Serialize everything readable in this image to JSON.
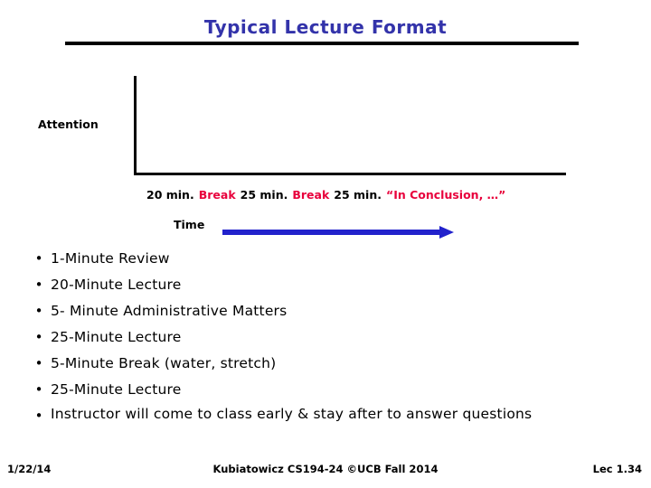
{
  "slide": {
    "title": "Typical Lecture Format",
    "axis": {
      "y_label": "Attention",
      "x_label": "Time"
    },
    "segments": [
      {
        "text": "20 min.",
        "color": "#000000"
      },
      {
        "text": "Break",
        "color": "#e8003c"
      },
      {
        "text": "25 min.",
        "color": "#000000"
      },
      {
        "text": "Break",
        "color": "#e8003c"
      },
      {
        "text": "25 min.",
        "color": "#000000"
      },
      {
        "text": "“In Conclusion, …”",
        "color": "#e8003c"
      }
    ],
    "bullets": [
      "1-Minute Review",
      "20-Minute Lecture",
      "5- Minute Administrative Matters",
      "25-Minute Lecture",
      "5-Minute Break (water, stretch)",
      "25-Minute Lecture",
      "Instructor will come to class early & stay after to answer questions"
    ],
    "bullet_marker": "•",
    "footer": {
      "date": "1/22/14",
      "center": "Kubiatowicz CS194-24 ©UCB Fall 2014",
      "page": "Lec 1.34"
    },
    "colors": {
      "title": "#3333aa",
      "accent_red": "#e8003c",
      "arrow": "#2222cc",
      "rule": "#000000"
    }
  }
}
